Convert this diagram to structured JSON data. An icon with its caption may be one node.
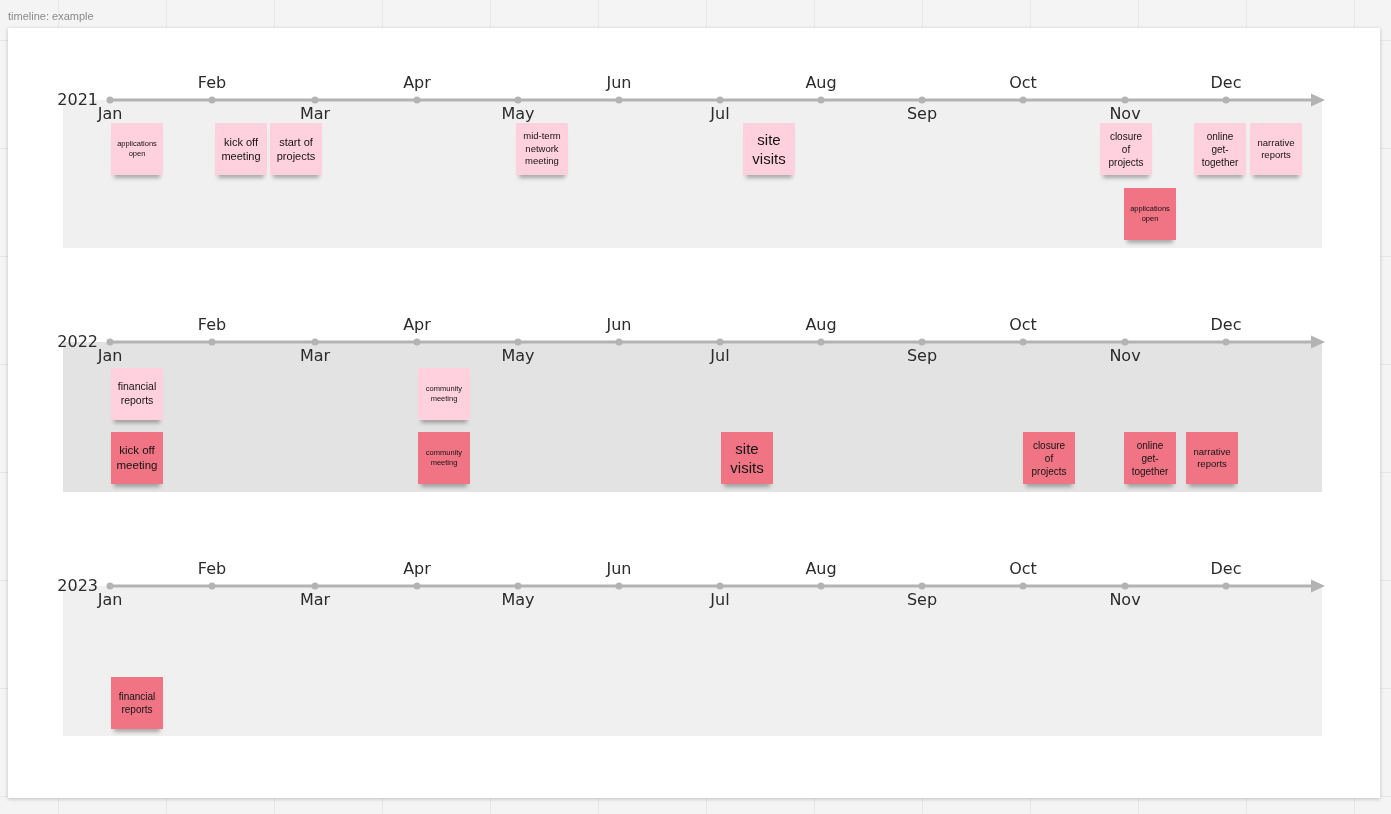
{
  "diagram": {
    "title": "timeline: example",
    "nodes": [
      {
        "text": [
          "2021"
        ]
      },
      {
        "text": [
          "applications open"
        ],
        "in": 0
      },
      {
        "text": [
          "kick off meeting"
        ],
        "in": 0
      },
      {
        "text": [
          "start of projects"
        ],
        "in": 0
      },
      {
        "text": [
          "mid-term network meeting"
        ],
        "in": 0
      },
      {
        "text": [
          "site visits"
        ],
        "in": 0
      },
      {
        "text": [
          "closure of projects"
        ],
        "in": 0
      },
      {
        "text": [
          "online get-together"
        ],
        "in": 0
      },
      {
        "text": [
          "narrative reports"
        ],
        "in": 0
      },
      {
        "text": [
          "applications open"
        ],
        "in": 0
      },
      {
        "text": [
          "2022"
        ]
      },
      {
        "text": [
          "financial reports"
        ],
        "in": 10
      },
      {
        "text": [
          "community meeting"
        ],
        "in": 10
      },
      {
        "text": [
          "kick off meeting"
        ],
        "in": 10
      },
      {
        "text": [
          "community meeting"
        ],
        "in": 10
      },
      {
        "text": [
          "site visits"
        ],
        "in": 10
      },
      {
        "text": [
          "closure of projects"
        ],
        "in": 10
      },
      {
        "text": [
          "online get-together"
        ],
        "in": 10
      },
      {
        "text": [
          "narrative reports"
        ],
        "in": 10
      },
      {
        "text": [
          "2023"
        ]
      },
      {
        "text": [
          "financial reports"
        ],
        "in": 19
      }
    ],
    "labels": [
      "Jan",
      "Feb",
      "Mar",
      "Apr",
      "May",
      "Jun",
      "Jul",
      "Aug",
      "Sep",
      "Oct",
      "Nov",
      "Dec",
      "Jan",
      "Feb",
      "Mar",
      "Apr",
      "May",
      "Jun",
      "Jul",
      "Aug",
      "Sep",
      "Oct",
      "Nov",
      "Dec",
      "Jan",
      "Feb",
      "Mar",
      "Apr",
      "May",
      "Jun",
      "Jul",
      "Aug",
      "Sep",
      "Oct",
      "Nov",
      "Dec"
    ]
  }
}
